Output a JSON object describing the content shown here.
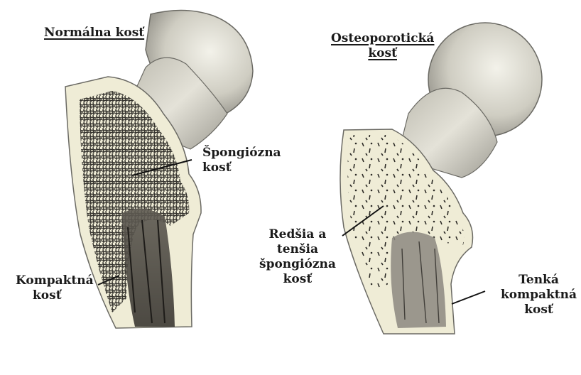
{
  "normal": {
    "title": "Normálna kosť",
    "spongy_label": [
      "Špongiózna",
      "kosť"
    ],
    "compact_label": [
      "Kompaktná",
      "kosť"
    ]
  },
  "osteoporotic": {
    "title": [
      "Osteoporotická",
      "kosť"
    ],
    "spongy_label": [
      "Redšia a",
      "tenšia",
      "špongiózna",
      "kosť"
    ],
    "compact_label": [
      "Tenká",
      "kompaktná",
      "kosť"
    ]
  },
  "colors": {
    "cortex": "#efecd6",
    "bone_shade": "#c9c6b6",
    "trabecula": "#2c2a26",
    "outline": "#6b6a64",
    "label": "#1a1a1a"
  }
}
